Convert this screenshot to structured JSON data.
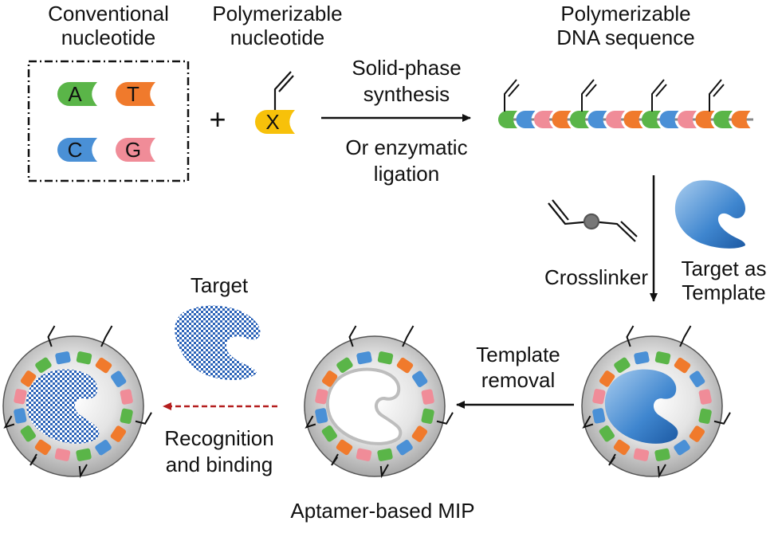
{
  "labels": {
    "conventional_line1": "Conventional",
    "conventional_line2": "nucleotide",
    "polymerizable_line1": "Polymerizable",
    "polymerizable_line2": "nucleotide",
    "seq_line1": "Polymerizable",
    "seq_line2": "DNA sequence",
    "synth_line1": "Solid-phase",
    "synth_line2": "synthesis",
    "lig_line1": "Or enzymatic",
    "lig_line2": "ligation",
    "crosslinker": "Crosslinker",
    "target_tpl_line1": "Target as",
    "target_tpl_line2": "Template",
    "target": "Target",
    "removal_line1": "Template",
    "removal_line2": "removal",
    "recog_line1": "Recognition",
    "recog_line2": "and binding",
    "mip": "Aptamer-based MIP",
    "plus": "+"
  },
  "nucleotides": {
    "A": "A",
    "T": "T",
    "C": "C",
    "G": "G",
    "X": "X"
  },
  "colors": {
    "A": "#5ab548",
    "T": "#f07a2c",
    "C": "#4a90d6",
    "G": "#f08c98",
    "X": "#f7c10a",
    "target_blue": "#3d7fc8",
    "sphere_gray": "#d0d0d0",
    "arrow_dashed": "#b41e1e"
  },
  "icons": [
    "vinyl-group-icon",
    "crosslinker-icon",
    "target-protein-icon",
    "arrow-icon"
  ]
}
